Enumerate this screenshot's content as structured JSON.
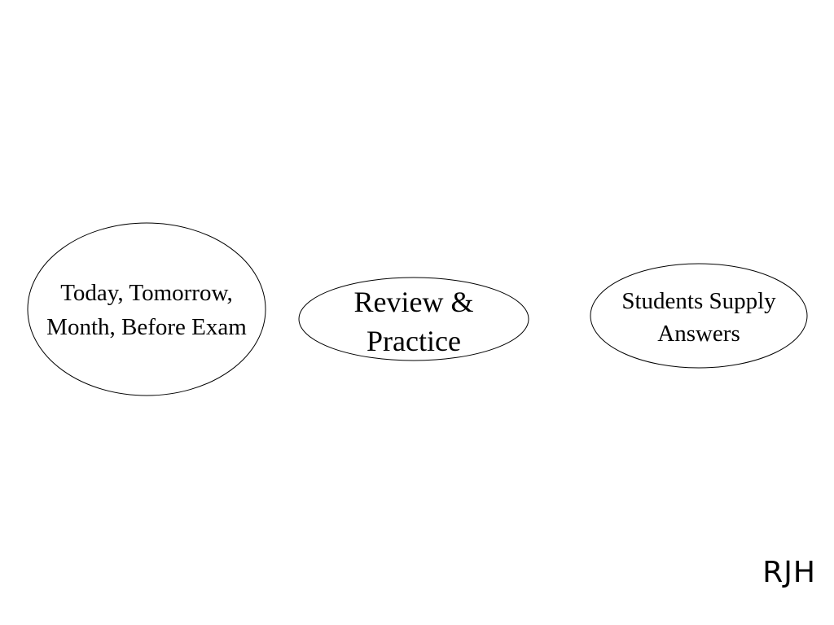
{
  "diagram": {
    "nodes": [
      {
        "id": "left",
        "lines": [
          "Today, Tomorrow,",
          "Month, Before Exam"
        ]
      },
      {
        "id": "center",
        "lines": [
          "Review &",
          "Practice"
        ]
      },
      {
        "id": "right",
        "lines": [
          "Students Supply",
          "Answers"
        ]
      }
    ],
    "colors": {
      "stroke": "#000000",
      "background": "#ffffff",
      "text": "#000000"
    }
  },
  "footer": {
    "initials": "RJH"
  }
}
